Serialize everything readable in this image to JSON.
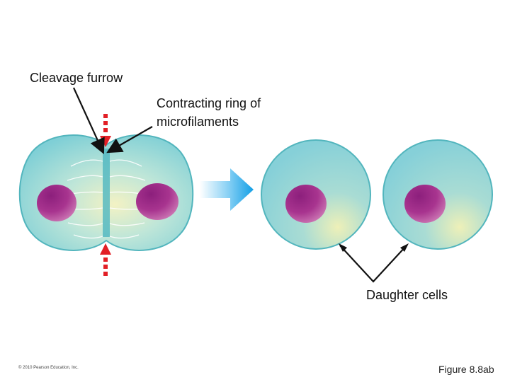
{
  "labels": {
    "cleavage_furrow": "Cleavage furrow",
    "contracting_ring_line1": "Contracting ring of",
    "contracting_ring_line2": "microfilaments",
    "daughter_cells": "Daughter cells",
    "copyright": "© 2010 Pearson Education, Inc.",
    "figure": "Figure 8.8ab"
  },
  "colors": {
    "cell_fill": "#8fd3d6",
    "cell_edge": "#4fb0b8",
    "nucleus": "#b0308e",
    "arrow_blue": "#1aa7e8",
    "red_arrow": "#e21f26"
  }
}
